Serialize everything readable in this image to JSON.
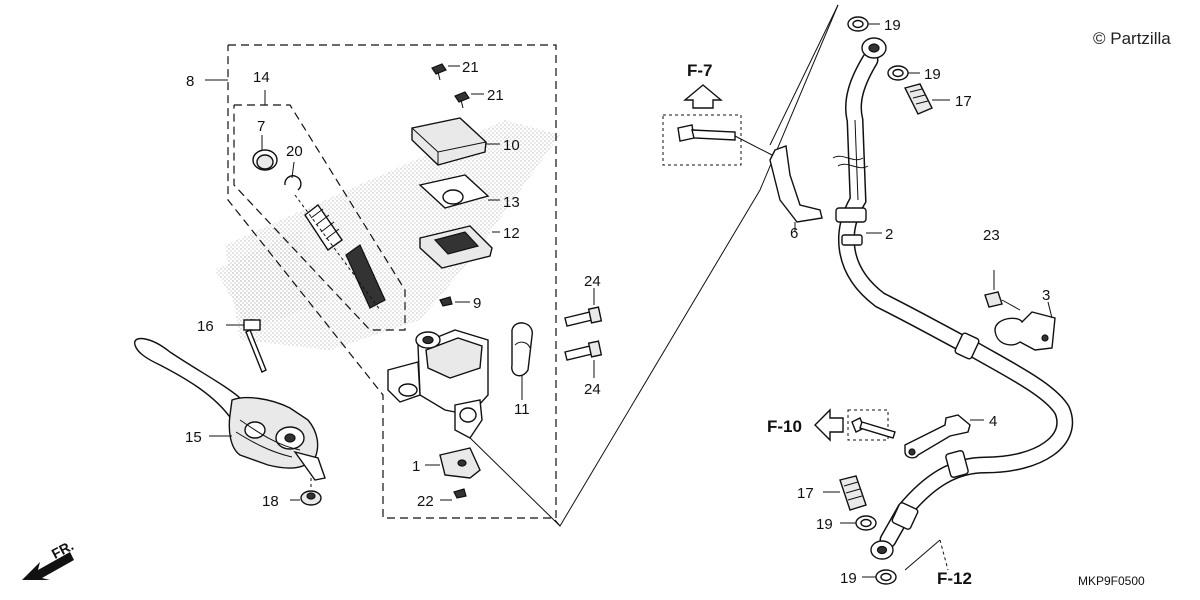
{
  "diagram": {
    "watermark": "© Partzilla",
    "diagram_code": "MKP9F0500",
    "direction_label": "FR.",
    "refs": {
      "f7": "F-7",
      "f10": "F-10",
      "f12": "F-12"
    },
    "labels": {
      "p1": "1",
      "p2": "2",
      "p3": "3",
      "p4": "4",
      "p6": "6",
      "p7": "7",
      "p8": "8",
      "p9": "9",
      "p10": "10",
      "p11": "11",
      "p12": "12",
      "p13": "13",
      "p14": "14",
      "p15": "15",
      "p16": "16",
      "p17a": "17",
      "p17b": "17",
      "p18": "18",
      "p19a": "19",
      "p19b": "19",
      "p19c": "19",
      "p19d": "19",
      "p20": "20",
      "p21a": "21",
      "p21b": "21",
      "p22": "22",
      "p23": "23",
      "p24a": "24",
      "p24b": "24"
    }
  }
}
